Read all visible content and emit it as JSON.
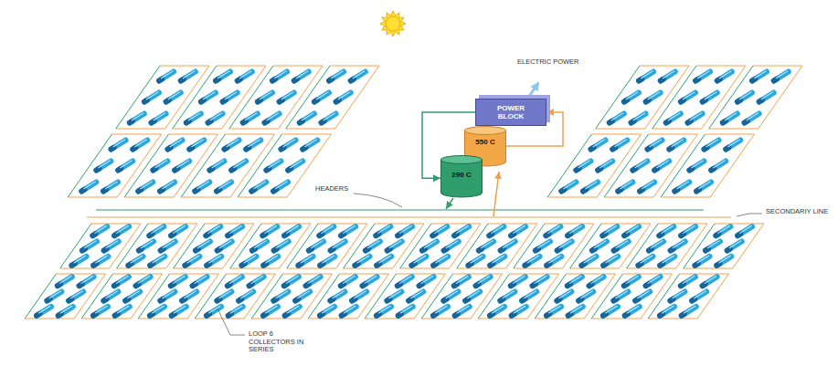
{
  "diagram": {
    "nodes": [
      {
        "text": [
          "POWER BLOCK"
        ]
      },
      {
        "text": [
          "550 C"
        ]
      },
      {
        "text": [
          "290 C"
        ]
      }
    ],
    "edges": [
      {
        "from": 1,
        "to": 0,
        "arrow": "to"
      },
      {
        "from": 0,
        "to": 2,
        "arrow": "to"
      }
    ],
    "labels": [
      "ELECTRIC POWER",
      "HEADERS",
      "SECONDARIY LINE",
      "LOOP 6 COLLECTORS IN SERIES"
    ]
  }
}
